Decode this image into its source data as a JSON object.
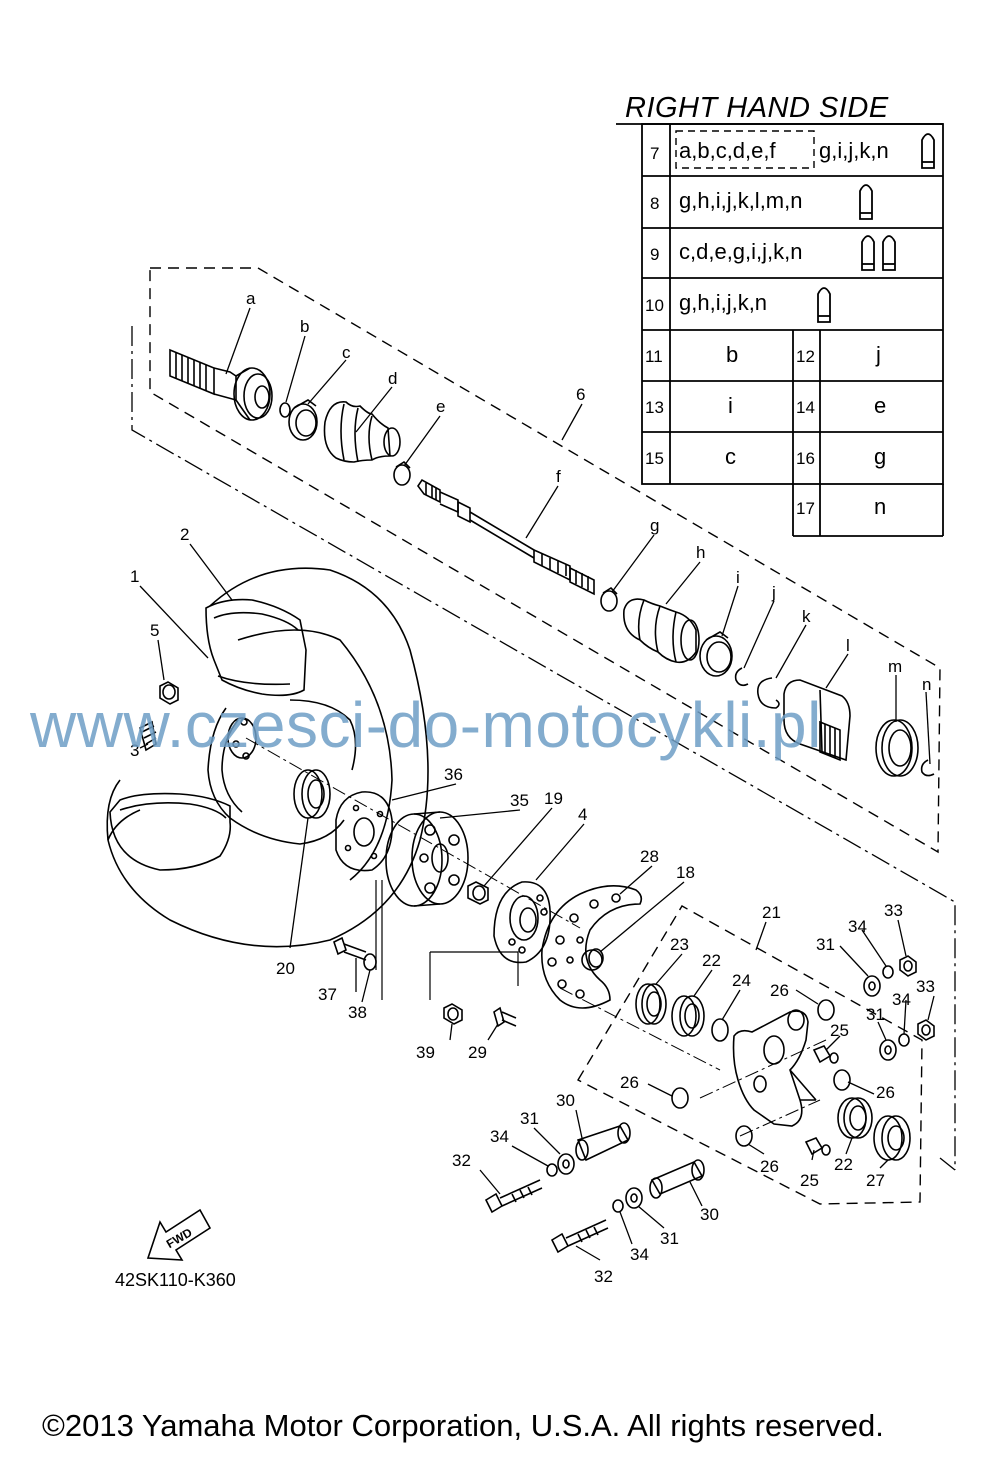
{
  "table": {
    "title": "RIGHT HAND SIDE",
    "rows": [
      {
        "num": "7",
        "text_boxed": "a,b,c,d,e,f",
        "text": "g,i,j,k,n",
        "tubes": 1
      },
      {
        "num": "8",
        "text": "g,h,i,j,k,l,m,n",
        "tubes": 1
      },
      {
        "num": "9",
        "text": "c,d,e,g,i,j,k,n",
        "tubes": 2
      },
      {
        "num": "10",
        "text": "g,h,i,j,k,n",
        "tubes": 1
      }
    ],
    "pairs": [
      {
        "num": "11",
        "val": "b",
        "num2": "12",
        "val2": "j"
      },
      {
        "num": "13",
        "val": "i",
        "num2": "14",
        "val2": "e"
      },
      {
        "num": "15",
        "val": "c",
        "num2": "16",
        "val2": "g"
      },
      {
        "num2": "17",
        "val2": "n"
      }
    ]
  },
  "labels": {
    "a": "a",
    "b": "b",
    "c": "c",
    "d": "d",
    "e": "e",
    "f": "f",
    "g": "g",
    "h": "h",
    "i": "i",
    "j": "j",
    "k": "k",
    "l": "l",
    "m": "m",
    "n": "n",
    "p1": "1",
    "p2": "2",
    "p3": "3",
    "p4": "4",
    "p5": "5",
    "p6": "6",
    "p18": "18",
    "p19": "19",
    "p20": "20",
    "p21": "21",
    "p22a": "22",
    "p22b": "22",
    "p23": "23",
    "p24": "24",
    "p25a": "25",
    "p25b": "25",
    "p26a": "26",
    "p26b": "26",
    "p26c": "26",
    "p26d": "26",
    "p27": "27",
    "p28": "28",
    "p29": "29",
    "p30a": "30",
    "p30b": "30",
    "p31a": "31",
    "p31b": "31",
    "p31c": "31",
    "p31d": "31",
    "p32a": "32",
    "p32b": "32",
    "p33a": "33",
    "p33b": "33",
    "p34a": "34",
    "p34b": "34",
    "p34c": "34",
    "p34d": "34",
    "p35": "35",
    "p36": "36",
    "p37": "37",
    "p38": "38",
    "p39": "39"
  },
  "fwd": "FWD",
  "ref_code": "42SK110-K360",
  "watermark": "www.czesci-do-motocykli.pl",
  "copyright": "©2013 Yamaha Motor Corporation, U.S.A. All rights reserved.",
  "colors": {
    "ink": "#000000",
    "watermark": "#6e9ec6",
    "background": "#ffffff"
  }
}
